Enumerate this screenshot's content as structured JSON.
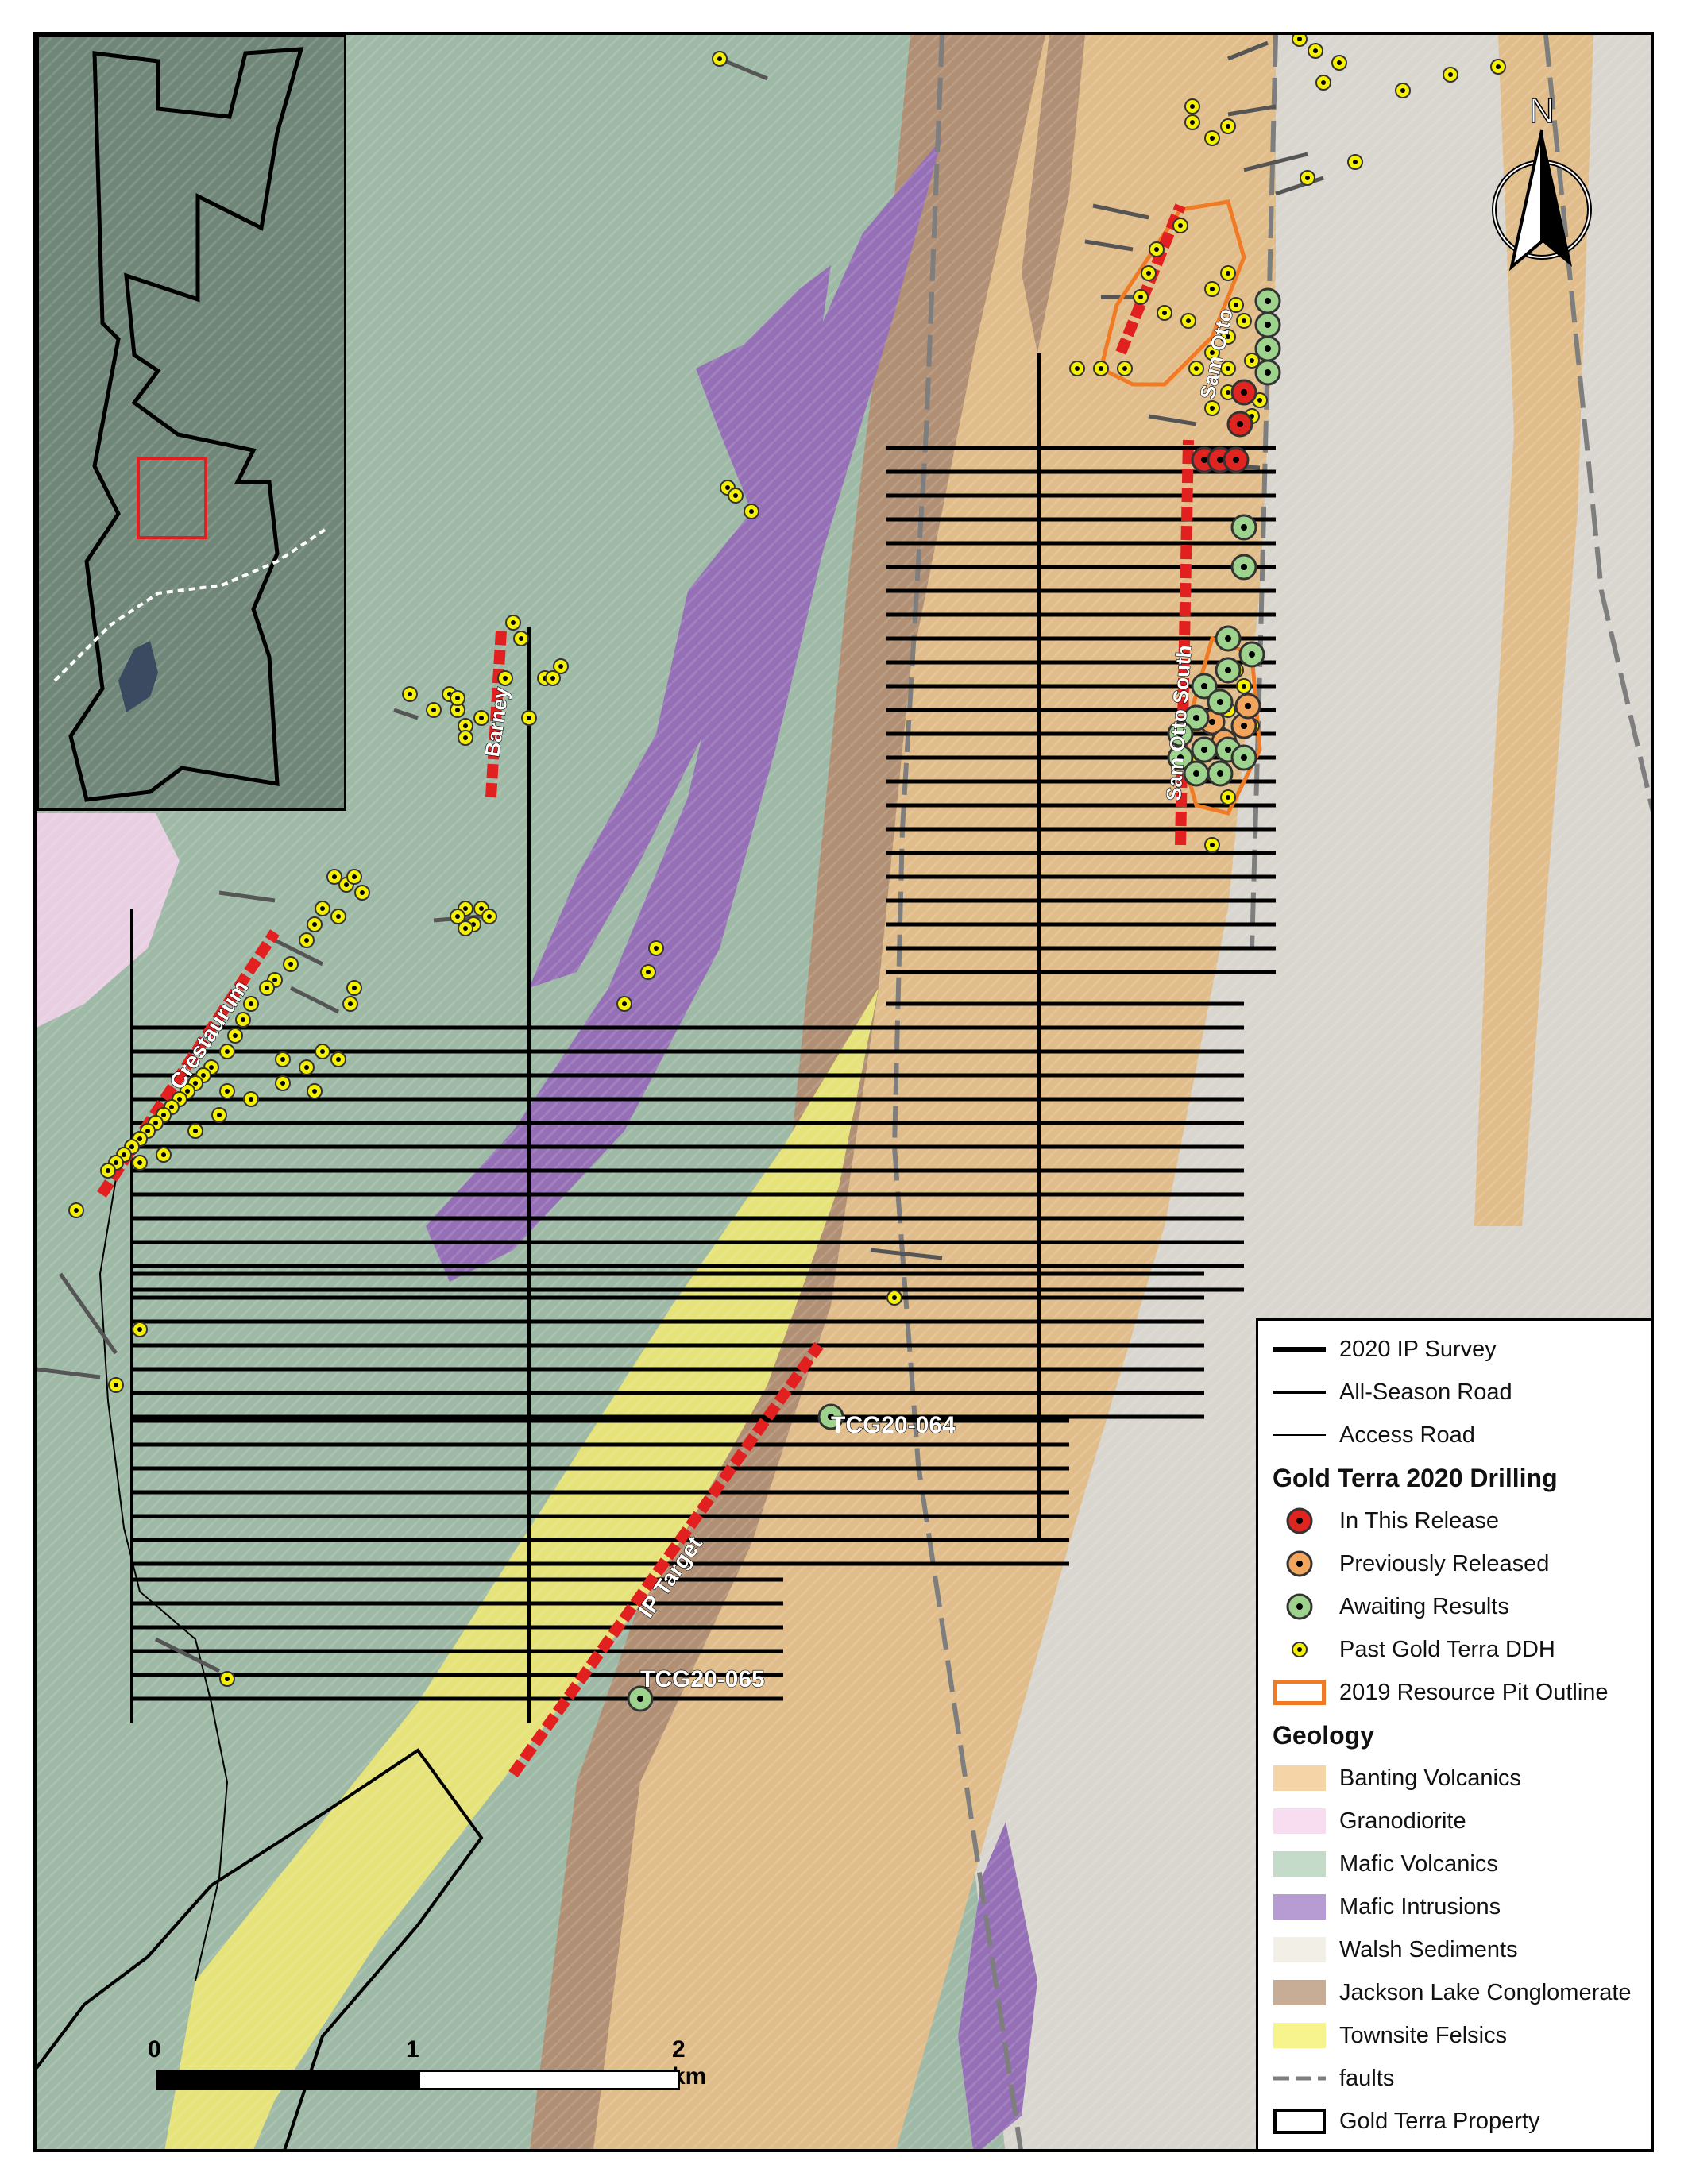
{
  "map": {
    "labels": {
      "crestaurum": "Crestaurum",
      "barney": "Barney",
      "sam_otto": "Sam Otto",
      "sam_otto_south": "Sam Otto South",
      "ip_target": "IP Target",
      "tcg20_064": "TCG20-064",
      "tcg20_065": "TCG20-065"
    },
    "north_arrow": {
      "letter": "N",
      "icon": "north-arrow-icon"
    },
    "scale_bar": {
      "ticks": [
        "0",
        "1",
        "2 km"
      ]
    },
    "colors": {
      "banting_volcanics": "#e0bd8a",
      "granodiorite": "#f4d9ef",
      "mafic_volcanics": "#9fb9a7",
      "mafic_intrusions": "#9670b6",
      "walsh_sediments": "#d8d5cf",
      "jackson_lake_conglomerate": "#b08f74",
      "townsite_felsics": "#e6e37a",
      "pit_outline": "#f07b24",
      "in_this_release": "#e0241f",
      "previously_released": "#f2a55c",
      "awaiting_results": "#9ed38d",
      "past_ddh": "#f6f100"
    }
  },
  "legend": {
    "lines": [
      {
        "label": "2020 IP Survey",
        "style": "thick-line"
      },
      {
        "label": "All-Season Road",
        "style": "medium-line"
      },
      {
        "label": "Access Road",
        "style": "thin-line"
      }
    ],
    "drilling_heading": "Gold Terra 2020 Drilling",
    "drilling": [
      {
        "label": "In This Release",
        "color": "#e0241f"
      },
      {
        "label": "Previously Released",
        "color": "#f2a55c"
      },
      {
        "label": "Awaiting Results",
        "color": "#9ed38d"
      },
      {
        "label": "Past Gold Terra DDH",
        "color": "#f6f100"
      },
      {
        "label": "2019 Resource Pit Outline",
        "color": "#f07b24"
      }
    ],
    "geology_heading": "Geology",
    "geology": [
      {
        "label": "Banting Volcanics",
        "color": "#e0bd8a"
      },
      {
        "label": "Granodiorite",
        "color": "#f4d9ef"
      },
      {
        "label": "Mafic Volcanics",
        "color": "#9fb9a7"
      },
      {
        "label": "Mafic Intrusions",
        "color": "#9670b6"
      },
      {
        "label": "Walsh Sediments",
        "color": "#f2efe6"
      },
      {
        "label": "Jackson Lake Conglomerate",
        "color": "#b08f74"
      },
      {
        "label": "Townsite Felsics",
        "color": "#f7f48e"
      }
    ],
    "faults_label": "faults",
    "property_label": "Gold Terra Property"
  }
}
